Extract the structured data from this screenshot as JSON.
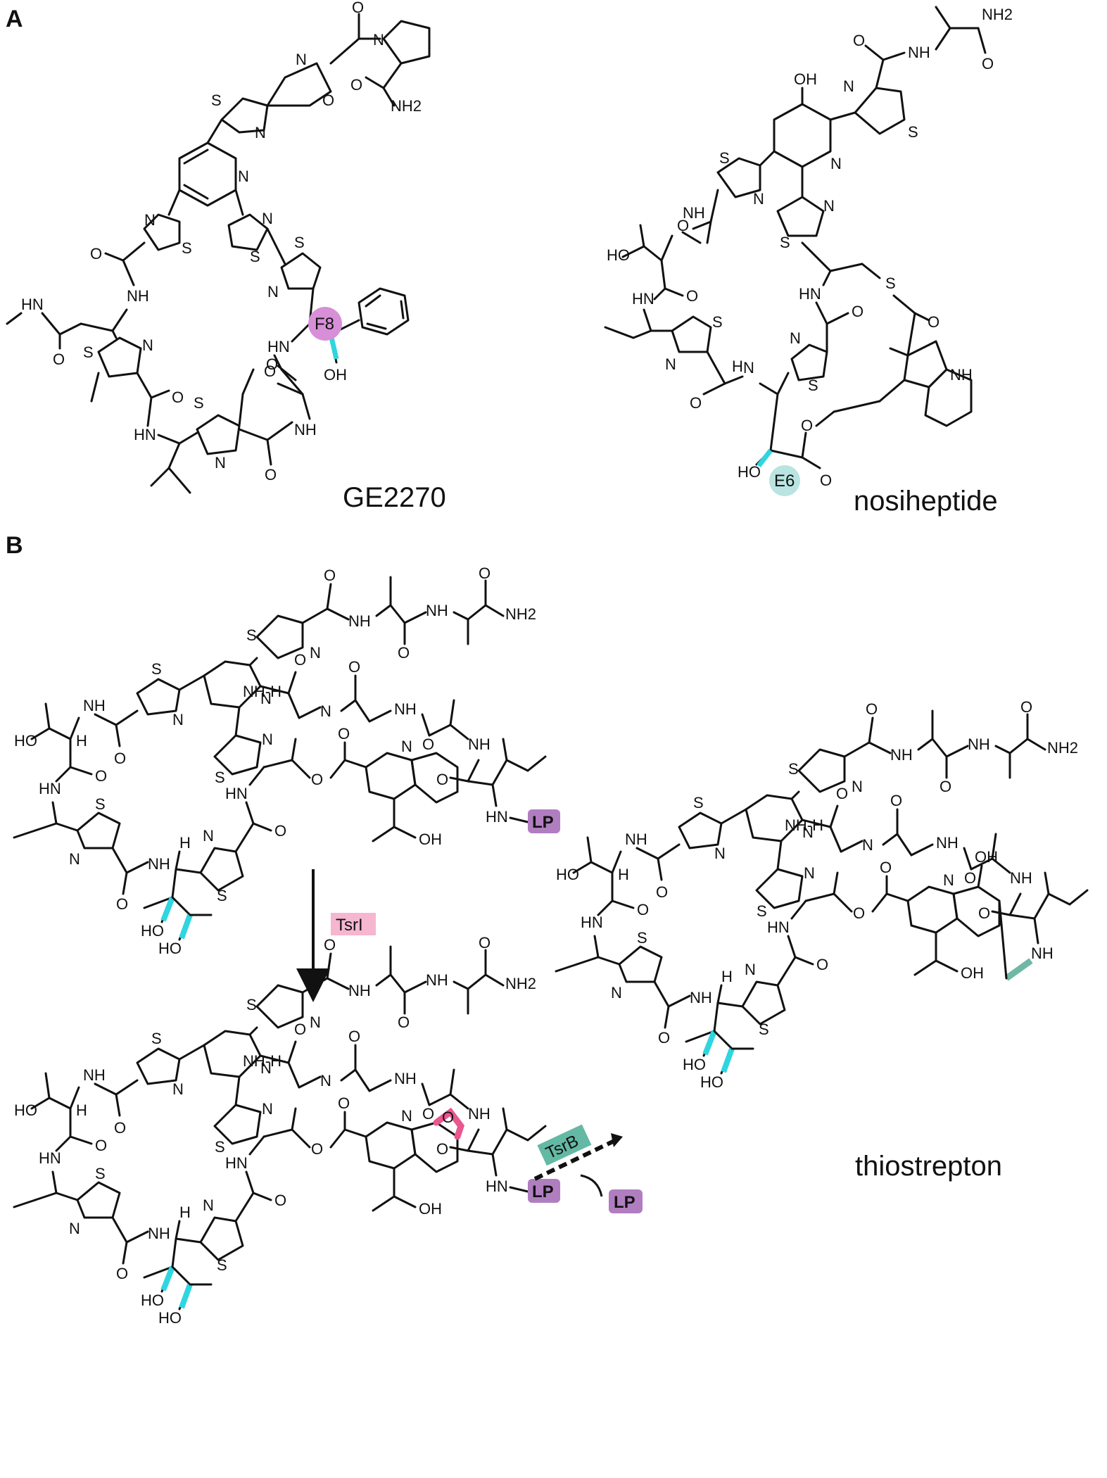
{
  "panels": {
    "a": "A",
    "b": "B"
  },
  "compounds": {
    "ge2270": "GE2270",
    "nosiheptide": "nosiheptide",
    "thiostrepton": "thiostrepton"
  },
  "residue_tags": {
    "f8": "F8",
    "e6": "E6"
  },
  "enzymes": {
    "tsri": "TsrI",
    "tsrb": "TsrB"
  },
  "leader_peptide": "LP",
  "atoms": {
    "o": "O",
    "n": "N",
    "s": "S",
    "h": "H",
    "nh": "NH",
    "hn": "HN",
    "nh2": "NH2",
    "oh": "OH",
    "ho": "HO",
    "nhh": "NH-H"
  },
  "colors": {
    "highlight_cyan": "#2fd6df",
    "f8_bubble": "#d78fd8",
    "e6_bubble": "#b9e4e2",
    "tsri_box": "#f6b6cf",
    "tsrb_box": "#63b9a4",
    "lp_box": "#b07ec0",
    "epoxide": "#e8578f",
    "teal_wedge": "#6fb8a5"
  }
}
